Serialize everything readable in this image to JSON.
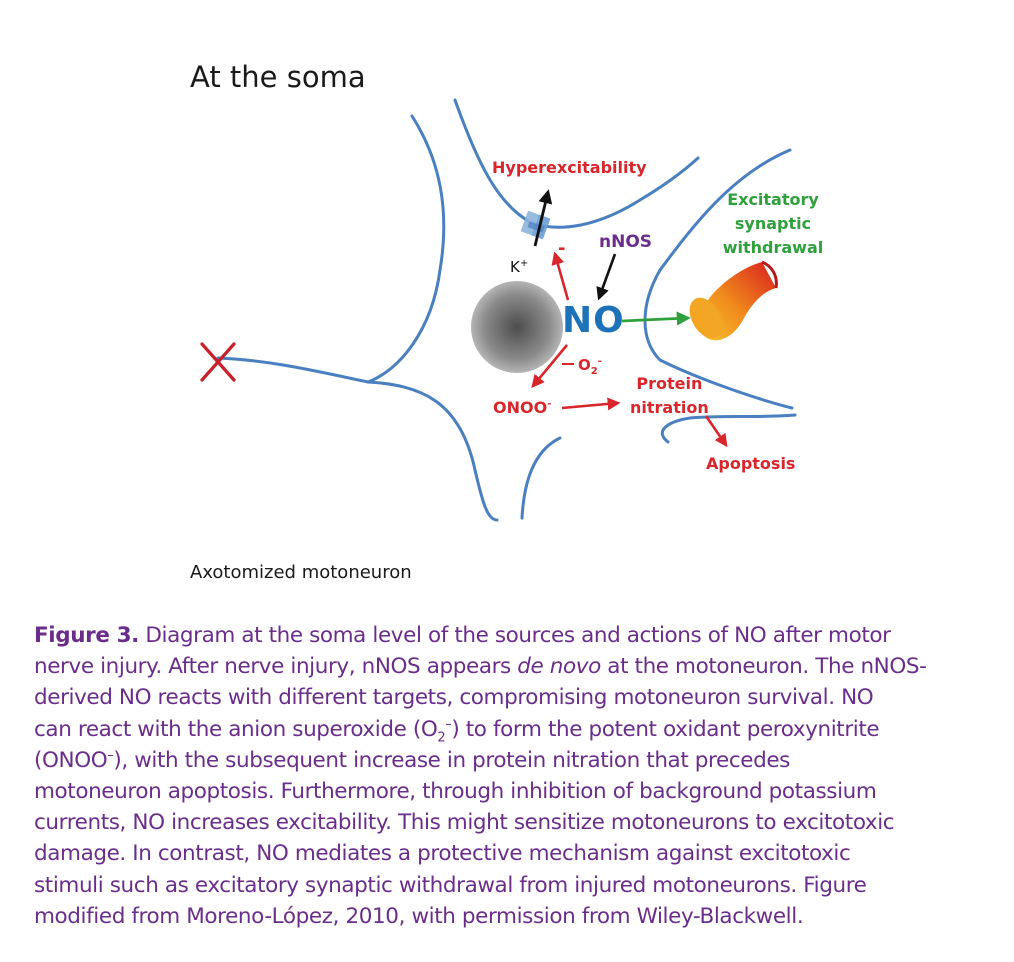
{
  "diagram": {
    "title": "At the soma",
    "labels": {
      "hyperexcitability": "Hyperexcitability",
      "excitatory_line1": "Excitatory",
      "excitatory_line2": "synaptic",
      "excitatory_line3": "withdrawal",
      "nnos": "nNOS",
      "no": "NO",
      "k": "K",
      "k_sup": "+",
      "minus": "-",
      "o2": "O",
      "o2_sub": "2",
      "o2_sup": "-",
      "onoo": "ONOO",
      "onoo_sup": "-",
      "protein_line1": "Protein",
      "protein_line2": "nitration",
      "apoptosis": "Apoptosis"
    },
    "bottom_label": "Axotomized motoneuron",
    "colors": {
      "membrane": "#4a7fc0",
      "red": "#d8262b",
      "green": "#2ea03c",
      "purple": "#6b2d8c",
      "no_blue": "#1e72b8",
      "caption": "#6b2d8c"
    }
  },
  "caption": {
    "fig_label": "Figure 3.",
    "l1": " Diagram at the soma level of the sources and actions of NO after motor",
    "l2a": "nerve injury. After nerve injury, nNOS appears ",
    "l2em": "de novo",
    "l2b": " at the motoneuron. The nNOS-",
    "l3": "derived NO reacts with different targets, compromising motoneuron survival. NO",
    "l4a": "can react with the anion superoxide (O",
    "l4sub": "2",
    "l4sup": "–",
    "l4b": ") to form the potent oxidant peroxynitrite",
    "l5a": "(ONOO",
    "l5sup": "–",
    "l5b": "), with the subsequent increase in protein nitration that precedes",
    "l6": "motoneuron apoptosis. Furthermore, through inhibition of background potassium",
    "l7": "currents, NO increases excitability. This might sensitize motoneurons to excitotoxic",
    "l8": "damage. In contrast, NO mediates a protective mechanism against excitotoxic",
    "l9": "stimuli such as excitatory synaptic withdrawal from injured motoneurons. Figure",
    "l10": "modified from Moreno-López, 2010, with permission from Wiley-Blackwell."
  }
}
